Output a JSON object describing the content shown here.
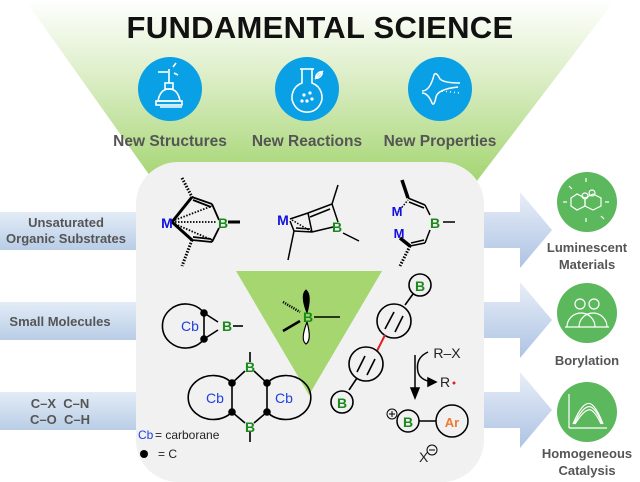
{
  "header": {
    "title": "FUNDAMENTAL SCIENCE",
    "top_items": [
      {
        "label": "New Structures",
        "icon": "capitol-dome-icon"
      },
      {
        "label": "New Reactions",
        "icon": "round-flask-icon"
      },
      {
        "label": "New Properties",
        "icon": "cyclic-voltammogram-icon"
      }
    ]
  },
  "inputs": [
    {
      "line1": "Unsaturated",
      "line2": "Organic Substrates"
    },
    {
      "line1": "Small Molecules",
      "line2": ""
    },
    {
      "line1": "C–X  C–N",
      "line2": "C–O  C–H"
    }
  ],
  "outputs": [
    {
      "line1": "Luminescent",
      "line2": "Materials",
      "icon": "fused-ring-luminescence-icon"
    },
    {
      "line1": "Borylation",
      "line2": "",
      "icon": "carbon-boron-overlap-icon"
    },
    {
      "line1": "Homogeneous",
      "line2": "Catalysis",
      "icon": "reaction-curve-icon"
    }
  ],
  "chemistry": {
    "metal": "M",
    "boron": "B",
    "carborane_abbrev": "Cb",
    "aryl": "Ar",
    "halide_reagent": "R–X",
    "radical": "R",
    "anion": "X",
    "legend": {
      "cb_text": "= carborane",
      "dot_text": "= C"
    }
  },
  "colors": {
    "funnel_green": "#a5d66f",
    "top_icon_blue": "#0aa0e6",
    "output_green": "#5cb85c",
    "boron_green": "#1a8a1a",
    "metal_blue": "#1010e0",
    "carborane_blue": "#2040e0",
    "aryl_orange": "#f07a30",
    "highlight_red": "#e02020",
    "panel_gray": "#f1f1f1",
    "band_blue": "#b9cde6"
  }
}
